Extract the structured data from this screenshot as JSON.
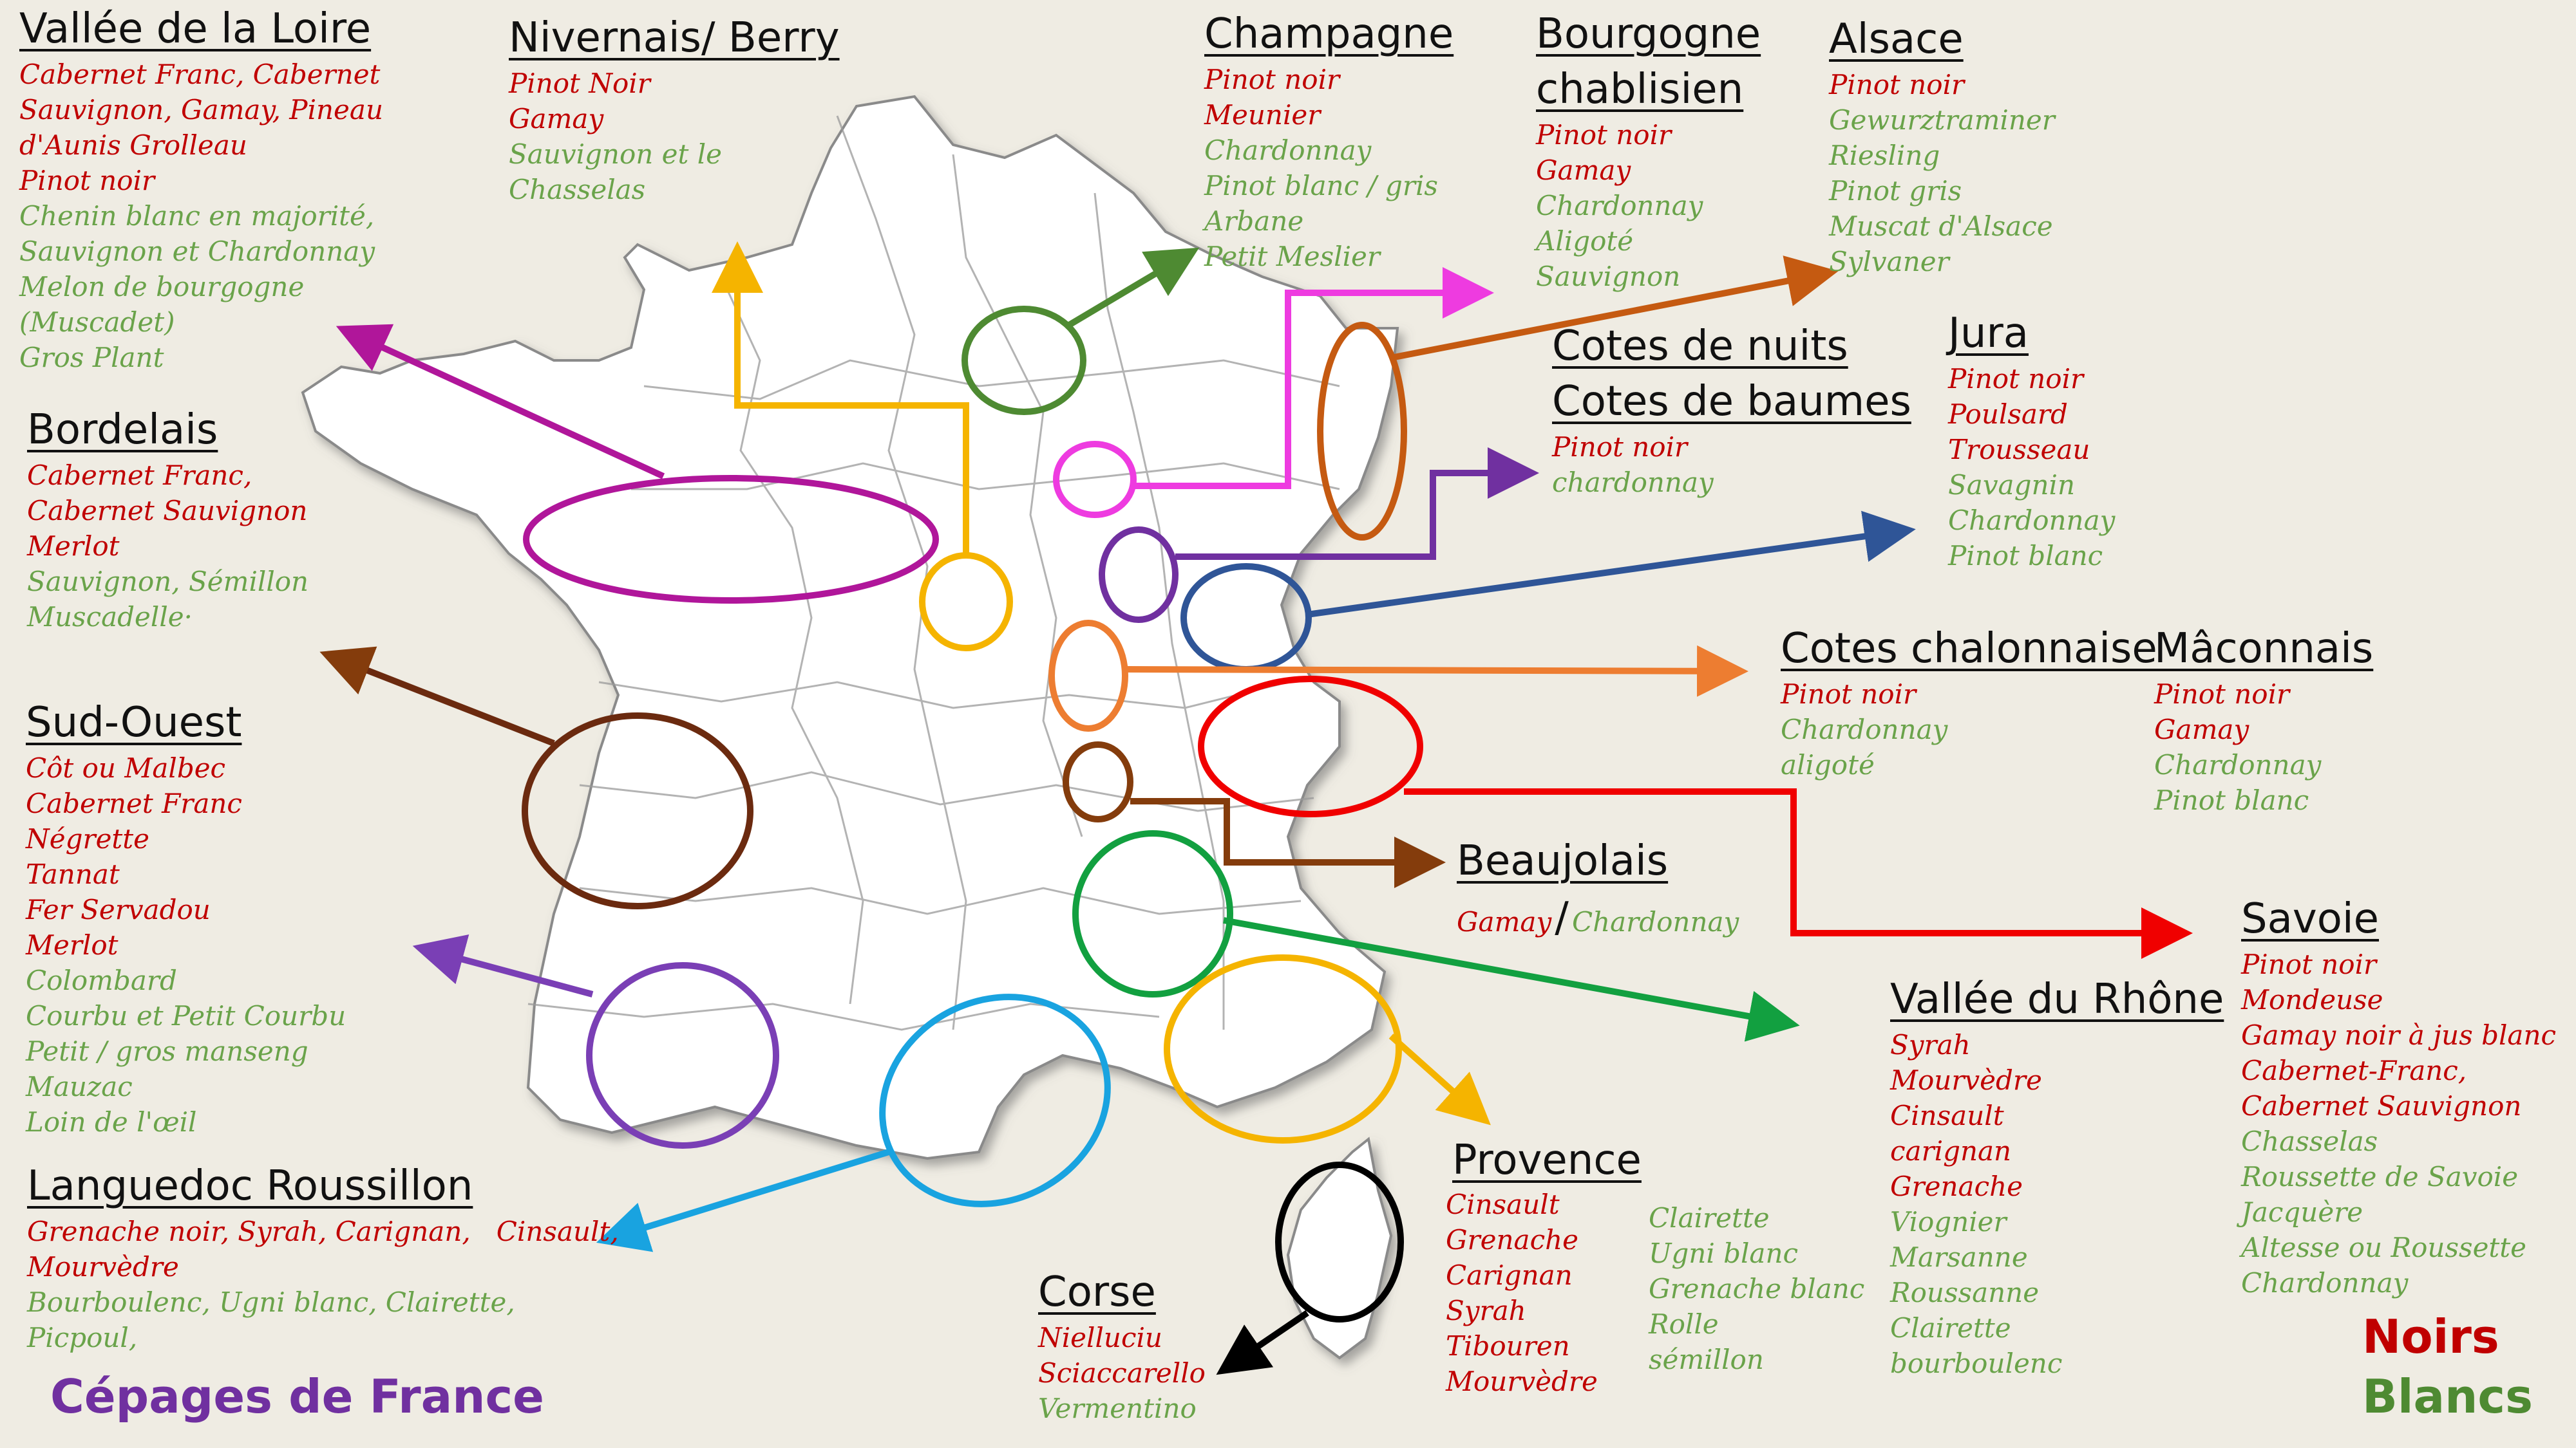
{
  "title": "Cépages de France",
  "legend": {
    "noirs": "Noirs",
    "blancs": "Blancs"
  },
  "colors": {
    "noirs": "#c00000",
    "blancs": "#6aa34a",
    "title": "#7030a0"
  },
  "regions": {
    "loire": {
      "name": "Vallée de la Loire",
      "noirs": [
        "Cabernet Franc, Cabernet",
        "Sauvignon, Gamay, Pineau",
        "d'Aunis Grolleau",
        "Pinot noir"
      ],
      "blancs": [
        "Chenin blanc en majorité,",
        "Sauvignon et Chardonnay",
        "Melon de bourgogne",
        "(Muscadet)",
        "Gros Plant"
      ]
    },
    "nivernais": {
      "name": "Nivernais/ Berry",
      "noirs": [
        "Pinot Noir",
        "Gamay"
      ],
      "blancs": [
        "Sauvignon et le",
        "Chasselas"
      ]
    },
    "champagne": {
      "name": "Champagne",
      "noirs": [
        "Pinot noir",
        "Meunier"
      ],
      "blancs": [
        "Chardonnay",
        "Pinot blanc / gris",
        "Arbane",
        "Petit Meslier"
      ]
    },
    "chablis": {
      "name": "Bourgogne chablisien",
      "name_l1": "Bourgogne",
      "name_l2": "chablisien",
      "noirs": [
        "Pinot noir",
        "Gamay"
      ],
      "blancs": [
        "Chardonnay",
        "Aligoté",
        "Sauvignon"
      ]
    },
    "alsace": {
      "name": "Alsace",
      "noirs": [
        "Pinot noir"
      ],
      "blancs": [
        "Gewurztraminer",
        "Riesling",
        "Pinot gris",
        "Muscat d'Alsace",
        "Sylvaner"
      ]
    },
    "nuits": {
      "name_l1": "Cotes de nuits",
      "name_l2": "Cotes de baumes",
      "noirs": [
        "Pinot noir"
      ],
      "blancs": [
        "chardonnay"
      ]
    },
    "jura": {
      "name": "Jura",
      "noirs": [
        "Pinot noir",
        "Poulsard",
        "Trousseau"
      ],
      "blancs": [
        "Savagnin",
        "Chardonnay",
        "Pinot blanc"
      ]
    },
    "bordelais": {
      "name": "Bordelais",
      "noirs": [
        "Cabernet Franc,",
        "Cabernet Sauvignon",
        "Merlot"
      ],
      "blancs": [
        "Sauvignon, Sémillon",
        "Muscadelle·"
      ]
    },
    "chalonnaise": {
      "name": "Cotes chalonnaise",
      "noirs": [
        "Pinot noir"
      ],
      "blancs": [
        "Chardonnay",
        "aligoté"
      ]
    },
    "maconnais": {
      "name": "Mâconnais",
      "noirs": [
        "Pinot noir",
        "Gamay"
      ],
      "blancs": [
        "Chardonnay",
        "Pinot blanc"
      ]
    },
    "sudouest": {
      "name": "Sud-Ouest",
      "noirs": [
        "Côt ou Malbec",
        "Cabernet Franc",
        "Négrette",
        "Tannat",
        "Fer Servadou",
        "Merlot"
      ],
      "blancs": [
        "Colombard",
        "Courbu et Petit Courbu",
        "Petit / gros manseng",
        "Mauzac",
        "Loin de l'œil"
      ]
    },
    "beaujolais": {
      "name": "Beaujolais",
      "noirs": [
        "Gamay"
      ],
      "blancs": [
        "Chardonnay"
      ],
      "sep": "/"
    },
    "savoie": {
      "name": "Savoie",
      "noirs": [
        "Pinot noir",
        "Mondeuse",
        "Gamay noir à jus blanc",
        "Cabernet-Franc,",
        "Cabernet Sauvignon"
      ],
      "blancs": [
        "Chasselas",
        "Roussette de Savoie",
        "Jacquère",
        "Altesse ou Roussette",
        "Chardonnay"
      ]
    },
    "rhone": {
      "name": "Vallée du Rhône",
      "noirs": [
        "Syrah",
        "Mourvèdre",
        "Cinsault",
        "carignan",
        "Grenache"
      ],
      "blancs": [
        "Viognier",
        "Marsanne",
        "Roussanne",
        "Clairette",
        "bourboulenc"
      ]
    },
    "languedoc": {
      "name": "Languedoc Roussillon",
      "noirs": [
        "Grenache noir, Syrah, Carignan,   Cinsault,",
        "Mourvèdre"
      ],
      "blancs": [
        "Bourboulenc, Ugni blanc, Clairette,",
        "Picpoul,"
      ]
    },
    "provence": {
      "name": "Provence",
      "noirs": [
        "Cinsault",
        "Grenache",
        "Carignan",
        "Syrah",
        "Tibouren",
        "Mourvèdre"
      ],
      "blancs": [
        "Clairette",
        "Ugni blanc",
        "Grenache blanc",
        "Rolle",
        "sémillon"
      ]
    },
    "corse": {
      "name": "Corse",
      "noirs": [
        "Nielluciu",
        "Sciaccarello"
      ],
      "blancs": [
        "Vermentino"
      ]
    }
  }
}
